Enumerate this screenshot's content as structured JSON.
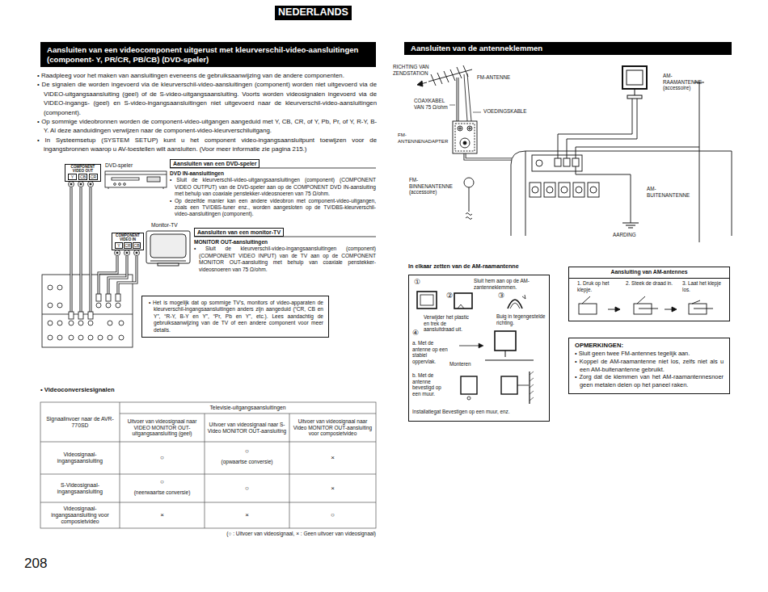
{
  "diagram": {
    "nodes": [
      {
        "text": [
          "NEDERLANDS"
        ]
      },
      {
        "text": [
          "Aansluiten van een videocomponent uitgerust met kleurverschil-video-aansluitingen (component- Y, PR/CR, PB/CB) (DVD-speler)"
        ]
      },
      {
        "text": [
          "Aansluiten van de antenneklemmen"
        ]
      },
      {
        "text": [
          "COMPONENT VIDEO OUT",
          "Y",
          "CB",
          "CR"
        ]
      },
      {
        "text": [
          "Aansluiten van een DVD-speler"
        ]
      },
      {
        "text": [
          "COMPONENT VIDEO IN",
          "Y",
          "CR",
          "CB"
        ]
      },
      {
        "text": [
          "Aansluiten van een monitor-TV"
        ]
      },
      {
        "text": [
          "• Het is mogelijk dat op sommige TV's, monitors of video-apparaten de kleurverschil-ingangsaansluitingen anders zijn aangeduid (“CR, CB en Y”, “R-Y, B-Y en Y”, “Pr, Pb en Y”, etc.). Lees aandachtig de gebruiksaanwijzing van de TV of een andere component voor meer details."
        ]
      },
      {
        "text": [
          "①",
          "Sluit hem aan op de AM-zantenneklemmen.",
          "②",
          "③",
          "Verwijder het plastic en trek de aansluitdraad uit.",
          "Buig in tegengestelde richting.",
          "④",
          "a. Met de antenne op een stabiel oppervlak.",
          "Monteren",
          "b. Met de antenne bevestigd op een muur.",
          "Installatiegat Bevestigen op een muur, enz."
        ]
      },
      {
        "text": [
          "Aansluiting van AM-antennes",
          "1. Druk op het klepje.",
          "2. Steek de draad in.",
          "3. Laat het klepje los."
        ]
      },
      {
        "text": [
          "OPMERKINGEN:",
          "• Sluit geen twee FM-antennes tegelijk aan.",
          "• Koppel de AM-raamantenne niet los, zelfs niet als u een AM-buitenantenne gebruikt.",
          "• Zorg dat de klemmen van het AM-raamantennesnoer geen metalen delen op het paneel raken."
        ]
      }
    ],
    "labels": [
      "• Raadpleeg voor het maken van aansluitingen eveneens de gebruiksaanwijzing van de andere componenten.",
      "• De signalen die worden ingevoerd via de kleurverschil-video-aansluitingen (component) worden niet uitgevoerd via de VIDEO-uitgangsaansluiting (geel) of de S-video-uitgangsaansluiting. Voorts worden videosignalen ingevoerd via de VIDEO-ingangs- (geel) en S-video-ingangsaansluitingen niet uitgevoerd naar de kleurverschil-video-aansluitingen (component).",
      "• Op sommige videobronnen worden de component-video-uitgangen aangeduid met Y, CB, CR, of Y, Pb, Pr, of Y, R-Y, B-Y. Al deze aanduidingen verwijzen naar de component-video-kleurverschiluitgang.",
      "• In Systeemsetup (SYSTEM SETUP) kunt u het component video-ingangsaansluitpunt toewijzen voor de ingangsbronnen waarop u AV-toestellen wilt aansluiten. (Voor meer informatie zie pagina 215.)",
      "DVD-speler",
      "DVD IN-aansluitingen",
      "• Sluit de kleurverschil-video-uitgangsaansluitingen (component) (COMPONENT VIDEO OUTPUT) van de DVD-speler aan op de COMPONENT DVD IN-aansluiting met behulp van coaxiale penstekker-videosnoeren van 75 Ω/ohm.",
      "• Op dezelfde manier kan een andere videobron met component-video-uitgangen, zoals een TV/DBS-tuner enz., worden aangesloten op de TV/DBS-kleurverschil-video-aansluitingen (component).",
      "Monitor-TV",
      "MONITOR OUT-aansluitingen",
      "• Sluit de kleurverschil-video-ingangsaansluitingen (component) (COMPONENT VIDEO INPUT) van de TV aan op de COMPONENT MONITOR OUT-aansluiting met behulp van coaxiale penstekker-videosnoeren van 75 Ω/ohm.",
      "• Videoconversiesignalen",
      "Televisie-uitgangsaansluitingen",
      "Signaalinvoer naar de AVR-770SD",
      "Uitvoer van videosignaal naar VIDEO MONITOR OUT-uitgangsaansluiting (geel)",
      "Uitvoer van videosignaal naar S-Video MONITOR OUT-aansluiting",
      "Uitvoer van videosignaal naar Video MONITOR OUT-aansluiting voor composietvideo",
      "Videosignaal-ingangsaansluiting",
      "○",
      "○",
      "(opwaartse conversie)",
      "×",
      "S-Videosignaal-ingangsaansluiting",
      "○",
      "(neerwaartse conversie)",
      "○",
      "×",
      "Videosignaal-ingangsaansluiting voor composietvideo",
      "×",
      "×",
      "○",
      "(○ : Uitvoer van videosignaal, × : Geen uitvoer van videosignaal)",
      "208",
      "RICHTING VAN ZENDSTATION",
      "FM-ANTENNE",
      "COAXKABEL VAN 75 Ω/ohm",
      "VOEDINGSKABLE",
      "FM-ANTENNENADAPTER",
      "AM-RAAMANTENNE (accessoire)",
      "FM-BINNENANTENNE (accessoire)",
      "AM-BUITENANTENNE",
      "AARDING",
      "In elkaar zetten van de AM-raamantenne"
    ]
  }
}
